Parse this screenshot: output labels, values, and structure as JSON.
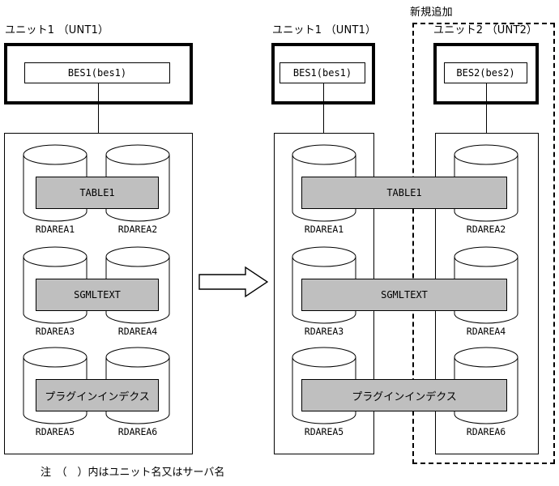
{
  "diagram": {
    "caption": "注　（　）内はユニット名又はサーバ名",
    "new_addition_label": "新規追加",
    "arrow_icon": "right-arrow-icon",
    "colors": {
      "gray_fill": "#bfbfbf",
      "stroke": "#000000",
      "background": "#ffffff"
    }
  },
  "before": {
    "unit_label": "ユニット1 （UNT1）",
    "server_label": "BES1(bes1)",
    "rows": [
      {
        "table_label": "TABLE1",
        "rdareas": [
          "RDAREA1",
          "RDAREA2"
        ]
      },
      {
        "table_label": "SGMLTEXT",
        "rdareas": [
          "RDAREA3",
          "RDAREA4"
        ]
      },
      {
        "table_label": "プラグインインデクス",
        "rdareas": [
          "RDAREA5",
          "RDAREA6"
        ]
      }
    ]
  },
  "after": {
    "unit1_label": "ユニット1 （UNT1）",
    "unit2_label": "ユニット2 （UNT2）",
    "server1_label": "BES1(bes1)",
    "server2_label": "BES2(bes2)",
    "rows": [
      {
        "table_label": "TABLE1",
        "rdarea_left": "RDAREA1",
        "rdarea_right": "RDAREA2"
      },
      {
        "table_label": "SGMLTEXT",
        "rdarea_left": "RDAREA3",
        "rdarea_right": "RDAREA4"
      },
      {
        "table_label": "プラグインインデクス",
        "rdarea_left": "RDAREA5",
        "rdarea_right": "RDAREA6"
      }
    ]
  }
}
